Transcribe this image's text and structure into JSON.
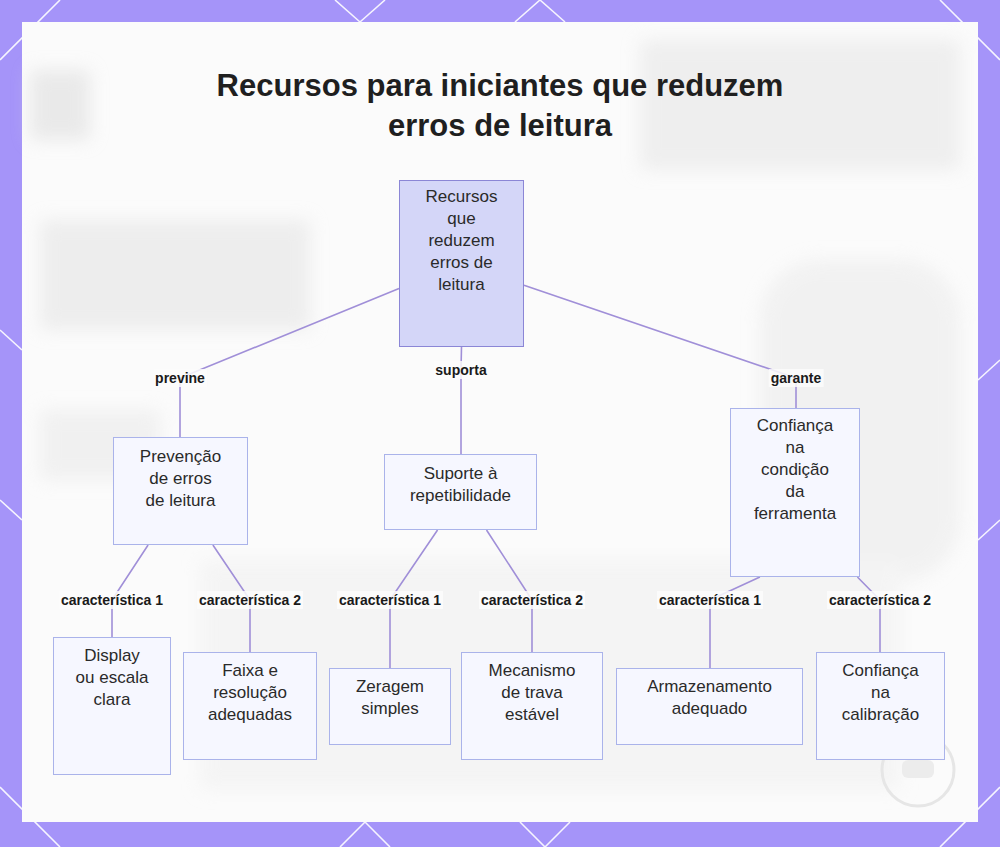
{
  "diagram": {
    "title": "Recursos para iniciantes que reduzem erros de leitura",
    "nodes": [
      {
        "text": [
          "Recursos que reduzem erros de leitura"
        ]
      },
      {
        "text": [
          "Prevenção de erros de leitura"
        ]
      },
      {
        "text": [
          "Suporte à repetibilidade"
        ]
      },
      {
        "text": [
          "Confiança na condição da ferramenta"
        ]
      },
      {
        "text": [
          "Display ou escala clara"
        ]
      },
      {
        "text": [
          "Faixa e resolução adequadas"
        ]
      },
      {
        "text": [
          "Zeragem simples"
        ]
      },
      {
        "text": [
          "Mecanismo de trava estável"
        ]
      },
      {
        "text": [
          "Armazenamento adequado"
        ]
      },
      {
        "text": [
          "Confiança na calibração"
        ]
      }
    ],
    "edges": [
      {
        "from": 0,
        "to": 1,
        "arrow": "none",
        "label": "previne"
      },
      {
        "from": 0,
        "to": 2,
        "arrow": "none",
        "label": "suporta"
      },
      {
        "from": 0,
        "to": 3,
        "arrow": "none",
        "label": "garante"
      },
      {
        "from": 1,
        "to": 4,
        "arrow": "none",
        "label": "característica 1"
      },
      {
        "from": 1,
        "to": 5,
        "arrow": "none",
        "label": "característica 2"
      },
      {
        "from": 2,
        "to": 6,
        "arrow": "none",
        "label": "característica 1"
      },
      {
        "from": 2,
        "to": 7,
        "arrow": "none",
        "label": "característica 2"
      },
      {
        "from": 3,
        "to": 8,
        "arrow": "none",
        "label": "característica 1"
      },
      {
        "from": 3,
        "to": 9,
        "arrow": "none",
        "label": "característica 2"
      }
    ]
  }
}
